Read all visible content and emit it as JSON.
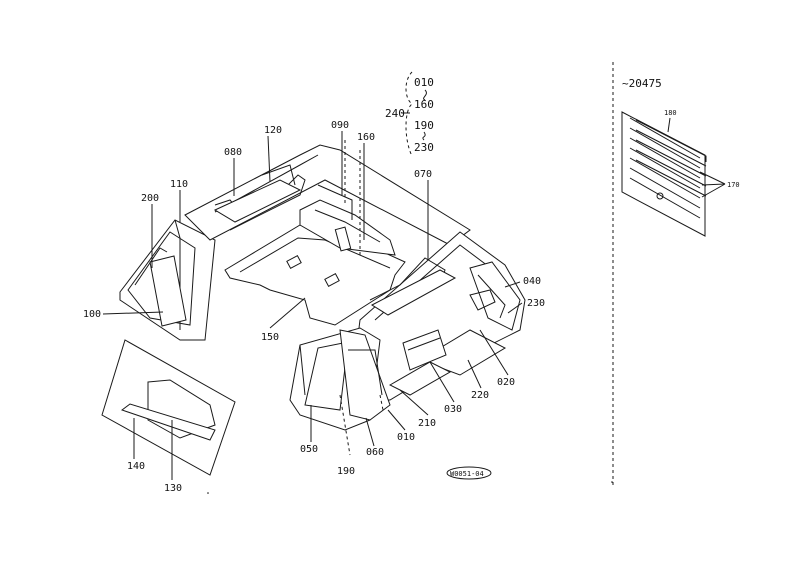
{
  "callouts": {
    "c010": "010",
    "c160": "160",
    "c190": "190",
    "c230": "230",
    "c240": "240",
    "c120": "120",
    "c090": "090",
    "c160b": "160",
    "c080": "080",
    "c110": "110",
    "c200": "200",
    "c070": "070",
    "c040": "040",
    "c230b": "230",
    "c100": "100",
    "c150": "150",
    "c020": "020",
    "c220": "220",
    "c030": "030",
    "c210": "210",
    "c010b": "010",
    "c050": "050",
    "c060": "060",
    "c190b": "190",
    "c140": "140",
    "c130": "130"
  },
  "inset": {
    "title": "~20475",
    "c180": "180",
    "c170": "170"
  },
  "stamp": "W0051-04"
}
